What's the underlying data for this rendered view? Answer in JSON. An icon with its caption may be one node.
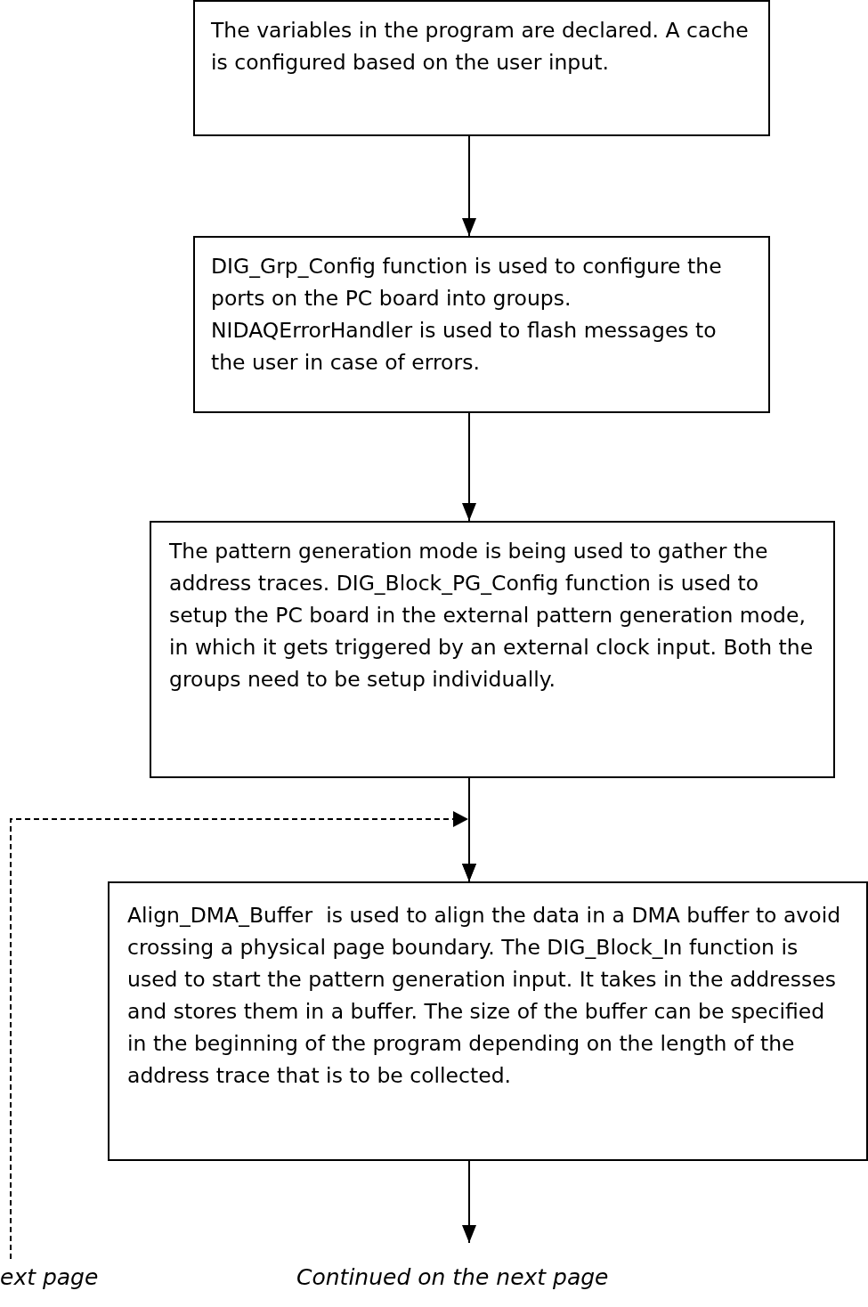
{
  "diagram": {
    "nodes": [
      {
        "text": [
          "The variables in the program are declared. A cache is configured based on the user input."
        ]
      },
      {
        "text": [
          "DIG_Grp_Config function is used to configure the ports on the PC board into groups. NIDAQErrorHandler is used to flash messages to the user in case of errors."
        ]
      },
      {
        "text": [
          "The pattern generation mode is being used to gather the address traces. DIG_Block_PG_Config function is used to setup the PC board in the external pattern generation mode, in which it gets triggered by an external clock input. Both the groups need to be setup individually."
        ]
      },
      {
        "text": [
          "Align_DMA_Buffer  is used to align the data in a DMA buffer to avoid crossing a physical page boundary. The DIG_Block_In function is used to start the pattern generation input. It takes in the addresses and stores them in a buffer. The size of the buffer can be specified in the beginning of the program depending on the length of the address trace that is to be collected."
        ]
      },
      {
        "text": [
          "ext page"
        ]
      },
      {
        "text": [
          "Continued on the next page"
        ]
      }
    ],
    "edges": [
      {
        "from": 0,
        "to": 1,
        "arrow": "to"
      },
      {
        "from": 1,
        "to": 2,
        "arrow": "to"
      },
      {
        "from": 2,
        "to": 3,
        "arrow": "to"
      },
      {
        "from": 3,
        "to": 5,
        "arrow": "to"
      },
      {
        "from": 4,
        "to": 3,
        "arrow": "to",
        "style": "dashed"
      }
    ]
  }
}
